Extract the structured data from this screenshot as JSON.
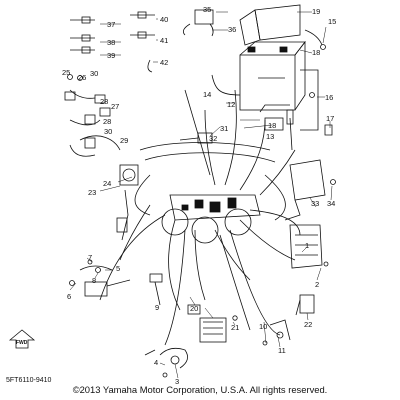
{
  "diagram": {
    "part_number": "5FT6110-9410",
    "copyright": "©2013 Yamaha Motor Corporation, U.S.A. All rights reserved.",
    "direction_marker": "FWD",
    "callouts": [
      "1",
      "2",
      "3",
      "4",
      "5",
      "6",
      "7",
      "8",
      "9",
      "10",
      "11",
      "12",
      "13",
      "14",
      "15",
      "16",
      "17",
      "18",
      "19",
      "20",
      "21",
      "22",
      "23",
      "24",
      "25",
      "26",
      "27",
      "28",
      "29",
      "30",
      "31",
      "32",
      "33",
      "34",
      "35",
      "36",
      "37",
      "38",
      "39",
      "40",
      "41",
      "42"
    ]
  }
}
